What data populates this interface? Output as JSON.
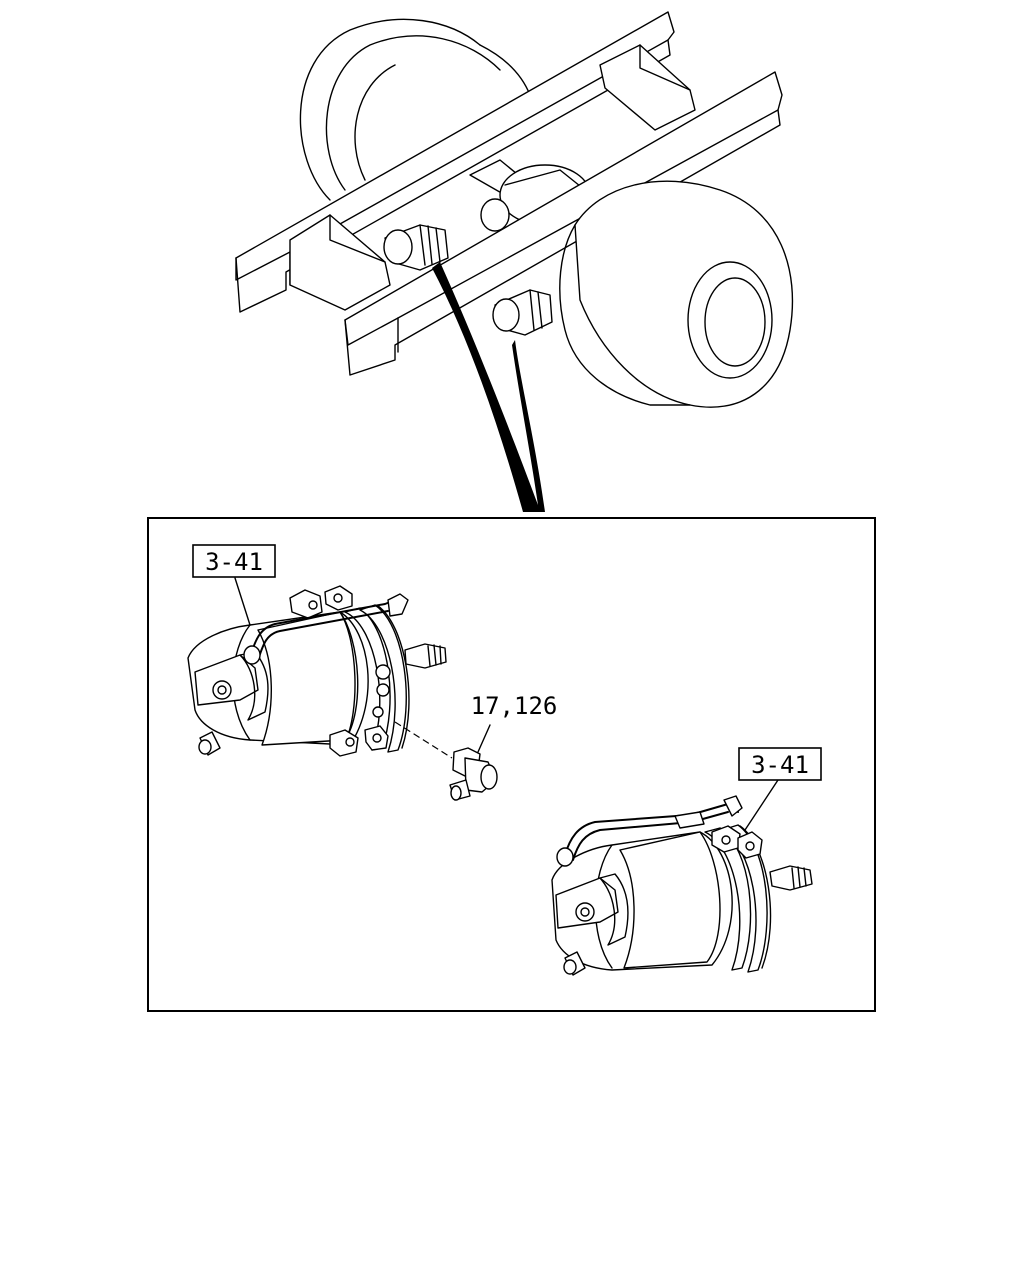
{
  "callouts": {
    "upper_left_ref": "3-41",
    "part_number": "17,126",
    "lower_right_ref": "3-41"
  }
}
